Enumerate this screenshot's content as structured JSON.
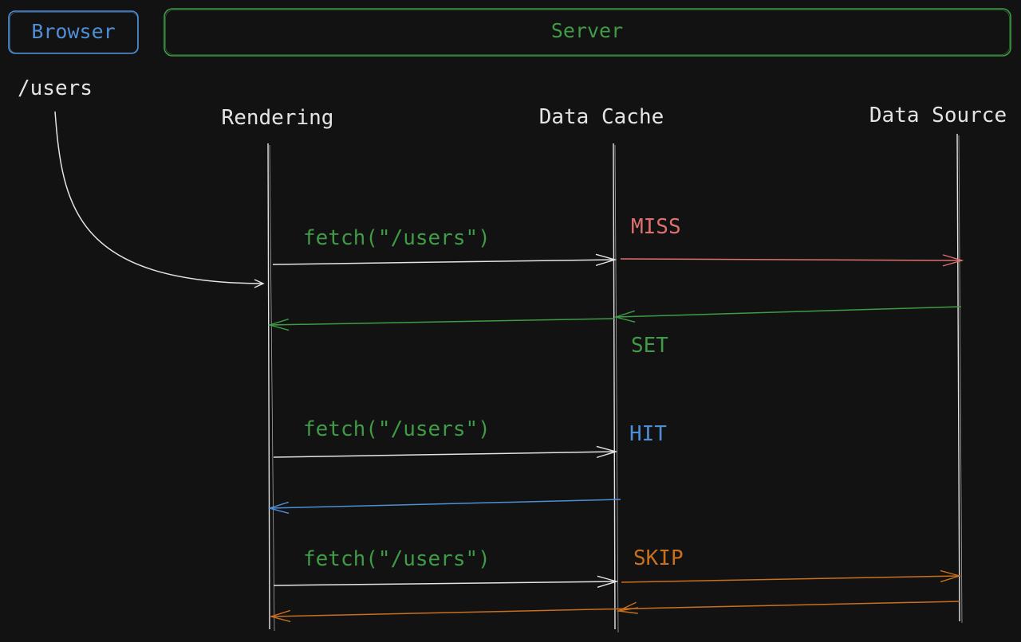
{
  "header": {
    "browser_label": "Browser",
    "server_label": "Server"
  },
  "request_path": "/users",
  "lifelines": {
    "rendering": "Rendering",
    "data_cache": "Data Cache",
    "data_source": "Data Source"
  },
  "flows": [
    {
      "call": "fetch(\"/users\")",
      "cache_result": "MISS",
      "store_result": "SET"
    },
    {
      "call": "fetch(\"/users\")",
      "cache_result": "HIT"
    },
    {
      "call": "fetch(\"/users\")",
      "cache_result": "SKIP"
    }
  ],
  "colors": {
    "background": "#121212",
    "browser": "#4f8fd6",
    "server": "#3f9b46",
    "white": "#e4e4e4",
    "miss": "#e07070",
    "set": "#3f9b46",
    "hit": "#4f8fd6",
    "skip": "#c8701e"
  }
}
